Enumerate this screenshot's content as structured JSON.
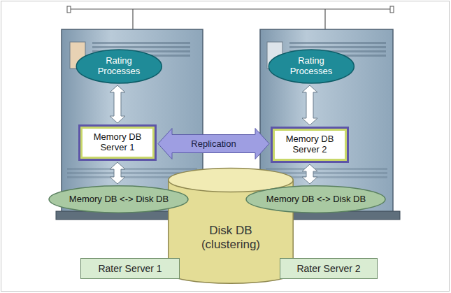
{
  "diagram": {
    "nodes": [
      {
        "text": [
          "Rating Processes"
        ]
      },
      {
        "text": [
          "Memory DB Server 1"
        ]
      },
      {
        "text": [
          "Memory DB <-> Disk DB"
        ]
      },
      {
        "text": [
          "Rating Processes"
        ]
      },
      {
        "text": [
          "Memory DB Server 2"
        ]
      },
      {
        "text": [
          "Memory DB <-> Disk DB"
        ]
      },
      {
        "text": [
          "Disk DB (clustering)"
        ]
      },
      {
        "text": [
          "Rater Server 1"
        ]
      },
      {
        "text": [
          "Rater Server 2"
        ]
      }
    ],
    "edges": [
      {
        "from": 0,
        "to": 1,
        "arrow": "both"
      },
      {
        "from": 1,
        "to": 2,
        "arrow": "both"
      },
      {
        "from": 3,
        "to": 4,
        "arrow": "both"
      },
      {
        "from": 4,
        "to": 5,
        "arrow": "both"
      },
      {
        "from": 1,
        "to": 4,
        "label": "Replication",
        "arrow": "both"
      }
    ]
  }
}
